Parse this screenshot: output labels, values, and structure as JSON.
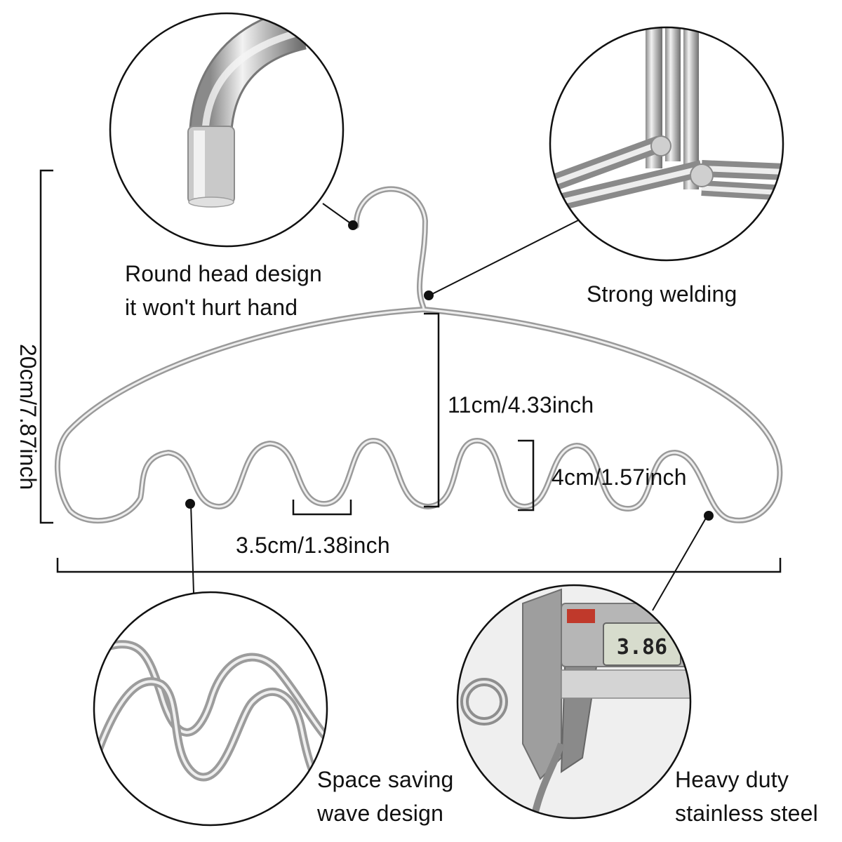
{
  "callouts": {
    "round_head": {
      "line1": "Round head design",
      "line2": "it won't hurt hand",
      "icon": "hook-end-cap-icon"
    },
    "welding": {
      "line1": "Strong welding",
      "icon": "welded-joint-icon"
    },
    "wave": {
      "line1": "Space saving",
      "line2": "wave design",
      "icon": "wave-wire-icon"
    },
    "steel": {
      "line1": "Heavy duty",
      "line2": "stainless steel",
      "icon": "caliper-icon",
      "caliper_reading": "3.86"
    }
  },
  "dimensions": {
    "total_height": "20cm/7.87inch",
    "hook_depth": "11cm/4.33inch",
    "wave_height": "4cm/1.57inch",
    "wave_width": "3.5cm/1.38inch"
  },
  "colors": {
    "wire": "#b9b9b9",
    "wire_highlight": "#e6e6e6",
    "line": "#111111",
    "dot": "#111111"
  }
}
